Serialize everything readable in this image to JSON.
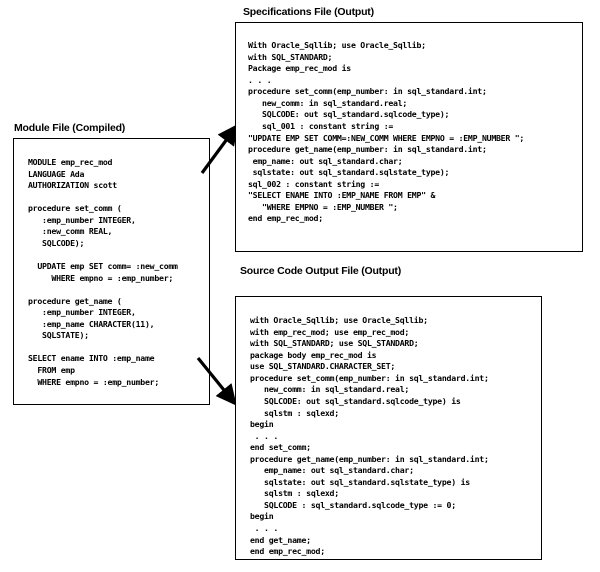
{
  "diagram": {
    "panels": [
      {
        "id": "module",
        "title": "Module File (Compiled)",
        "code": "MODULE emp_rec_mod\nLANGUAGE Ada\nAUTHORIZATION scott\n\nprocedure set_comm (\n   :emp_number INTEGER,\n   :new_comm REAL,\n   SQLCODE);\n\n  UPDATE emp SET comm= :new_comm\n     WHERE empno = :emp_number;\n\nprocedure get_name (\n   :emp_number INTEGER,\n   :emp_name CHARACTER(11),\n   SQLSTATE);\n\nSELECT ename INTO :emp_name\n  FROM emp\n  WHERE empno = :emp_number;"
      },
      {
        "id": "specifications",
        "title": "Specifications File (Output)",
        "code": "With Oracle_Sqllib; use Oracle_Sqllib;\nwith SQL_STANDARD;\nPackage emp_rec_mod is\n. . .\nprocedure set_comm(emp_number: in sql_standard.int;\n   new_comm: in sql_standard.real;\n   SQLCODE: out sql_standard.sqlcode_type);\n   sql_001 : constant string :=\n\"UPDATE EMP SET COMM=:NEW_COMM WHERE EMPNO = :EMP_NUMBER \";\nprocedure get_name(emp_number: in sql_standard.int;\n emp_name: out sql_standard.char;\n sqlstate: out sql_standard.sqlstate_type);\nsql_002 : constant string :=\n\"SELECT ENAME INTO :EMP_NAME FROM EMP\" &\n   \"WHERE EMPNO = :EMP_NUMBER \";\nend emp_rec_mod;"
      },
      {
        "id": "source-code-output",
        "title": "Source Code Output File (Output)",
        "code": "with Oracle_Sqllib; use Oracle_Sqllib;\nwith emp_rec_mod; use emp_rec_mod;\nwith SQL_STANDARD; use SQL_STANDARD;\npackage body emp_rec_mod is\nuse SQL_STANDARD.CHARACTER_SET;\nprocedure set_comm(emp_number: in sql_standard.int;\n   new_comm: in sql_standard.real;\n   SQLCODE: out sql_standard.sqlcode_type) is\n   sqlstm : sqlexd;\nbegin\n . . .\nend set_comm;\nprocedure get_name(emp_number: in sql_standard.int;\n   emp_name: out sql_standard.char;\n   sqlstate: out sql_standard.sqlstate_type) is\n   sqlstm : sqlexd;\n   SQLCODE : sql_standard.sqlcode_type := 0;\nbegin\n . . .\nend get_name;\nend emp_rec_mod;"
      }
    ],
    "arrows": [
      {
        "id": "module-to-specifications",
        "direction": "up-right"
      },
      {
        "id": "module-to-source-code-output",
        "direction": "down-right"
      }
    ],
    "colors": {
      "line": "#000000",
      "background": "#ffffff",
      "text": "#000000"
    }
  }
}
